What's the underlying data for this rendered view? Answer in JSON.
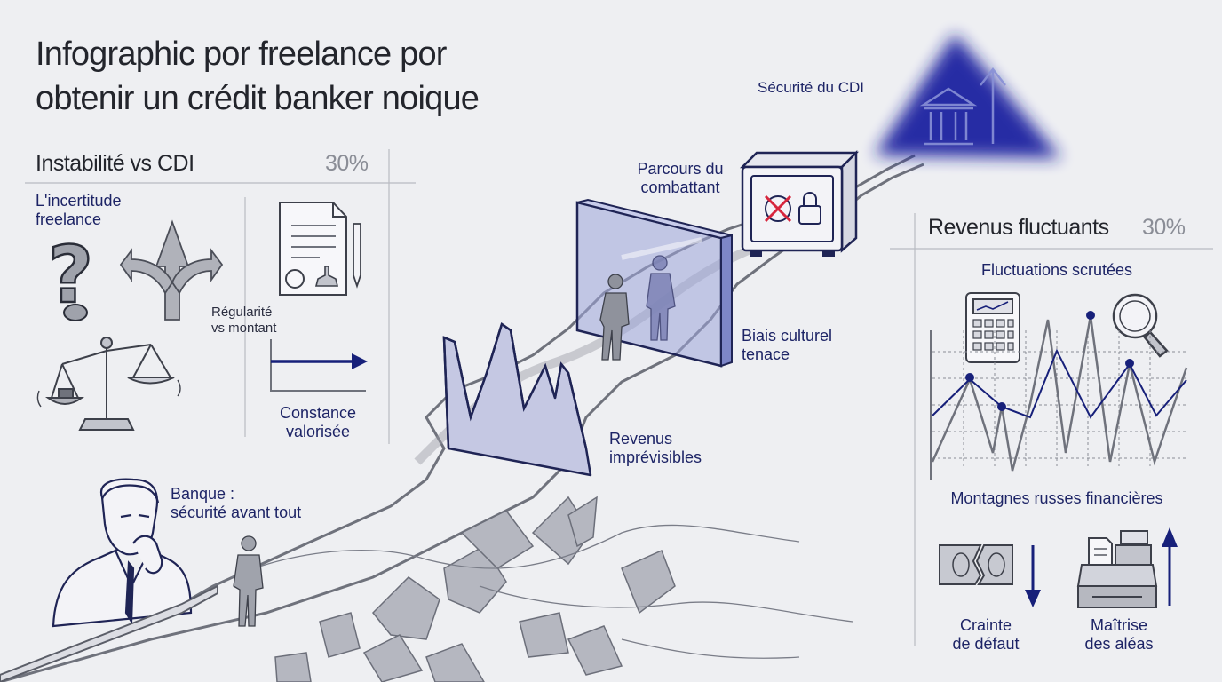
{
  "title": {
    "line1": "Infographic por freelance por",
    "line2": "obtenir un crédit banker noique"
  },
  "left_section": {
    "heading": "Instabilité vs CDI",
    "percent": "30%",
    "uncertainty_label": [
      "L'incertitude",
      "freelance"
    ],
    "regularity_label": [
      "Régularité",
      "vs montant"
    ],
    "constancy_label": [
      "Constance",
      "valorisée"
    ],
    "bank_label": [
      "Banque :",
      "sécurité avant tout"
    ]
  },
  "center_section": {
    "security_label": "Sécurité du CDI",
    "journey_label": [
      "Parcours du",
      "combattant"
    ],
    "bias_label": [
      "Biais culturel",
      "tenace"
    ],
    "revenue_label": [
      "Revenus",
      "imprévisibles"
    ]
  },
  "right_section": {
    "heading": "Revenus fluctuants",
    "percent": "30%",
    "fluctuations_label": "Fluctuations scrutées",
    "rollercoaster_label": "Montagnes russes financières",
    "default_fear_label": [
      "Crainte",
      "de défaut"
    ],
    "mastery_label": [
      "Maîtrise",
      "des aléas"
    ]
  },
  "colors": {
    "accent": "#17207a",
    "ink": "#23252c",
    "muted": "#8a8d96",
    "background": "#eeeff2"
  },
  "icons": [
    "question-mark-icon",
    "branching-arrows-icon",
    "document-pen-icon",
    "scales-icon",
    "trend-arrow-icon",
    "bank-building-icon",
    "safe-icon",
    "glass-wall-icon",
    "calculator-icon",
    "magnifier-icon",
    "broken-banknote-icon",
    "cash-register-icon",
    "arrow-down-icon",
    "arrow-up-icon"
  ]
}
